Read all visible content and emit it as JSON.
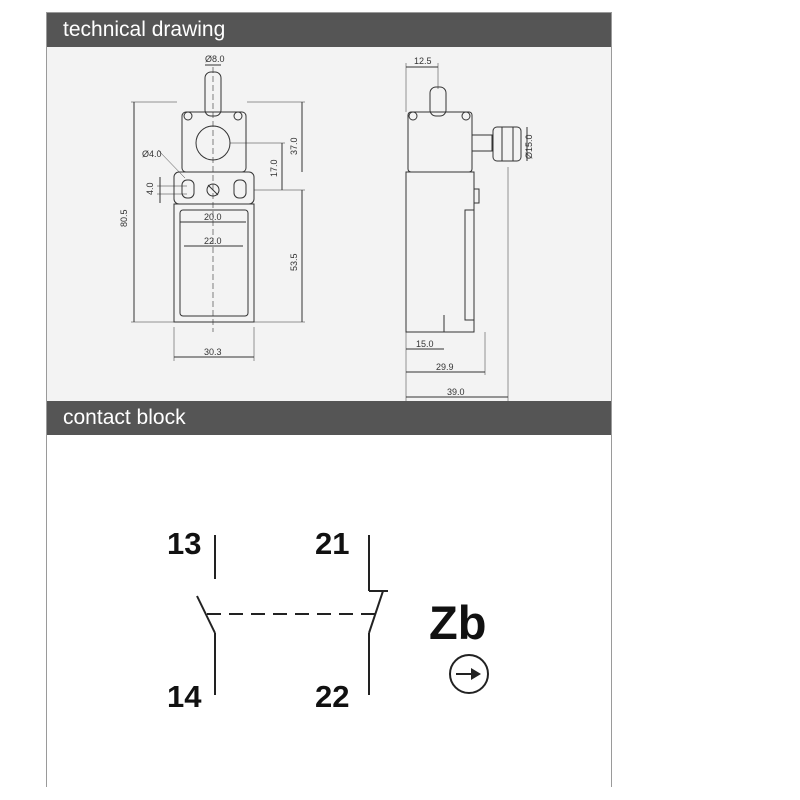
{
  "sections": {
    "technical_drawing": "technical drawing",
    "contact_block": "contact block"
  },
  "drawing": {
    "dimensions": {
      "pin_diameter": "Ø8.0",
      "hole_diameter": "Ø4.0",
      "hole_spacing": "4.0",
      "overall_height": "80.5",
      "mount_width_inner": "20.0",
      "mount_width": "22.0",
      "base_width": "30.3",
      "head_height": "37.0",
      "head_offset": "17.0",
      "body_height": "53.5",
      "side_offset": "12.5",
      "roller_diameter": "Ø15.0",
      "side_dim_1": "15.0",
      "side_dim_2": "29.9",
      "side_total": "39.0"
    }
  },
  "contacts": {
    "terminal_13": "13",
    "terminal_14": "14",
    "terminal_21": "21",
    "terminal_22": "22",
    "type_label": "Zb"
  },
  "colors": {
    "header_bg": "#555555",
    "header_text": "#ffffff",
    "drawing_bg": "#f3f3f3",
    "line": "#222222"
  }
}
